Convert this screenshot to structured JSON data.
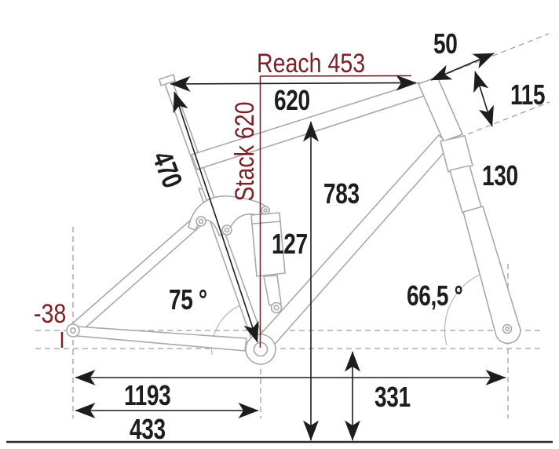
{
  "diagram": {
    "type": "bicycle-frame-geometry",
    "colors": {
      "accent_red": "#7c2127",
      "measure_black": "#1d1d1b",
      "frame_gray": "#a9a9a9",
      "dash_gray": "#9f9f9f",
      "background": "#ffffff"
    },
    "labels": {
      "reach": "Reach 453",
      "stack": "Stack 620",
      "top_tube": "620",
      "stem": "50",
      "head_tube": "115",
      "fork_travel": "130",
      "standover": "783",
      "shock_travel": "127",
      "seat_tube": "470",
      "seat_angle": "75 °",
      "head_angle": "66,5 °",
      "bb_drop": "-38",
      "wheelbase": "1193",
      "chainstay": "433",
      "bb_height": "331"
    }
  }
}
